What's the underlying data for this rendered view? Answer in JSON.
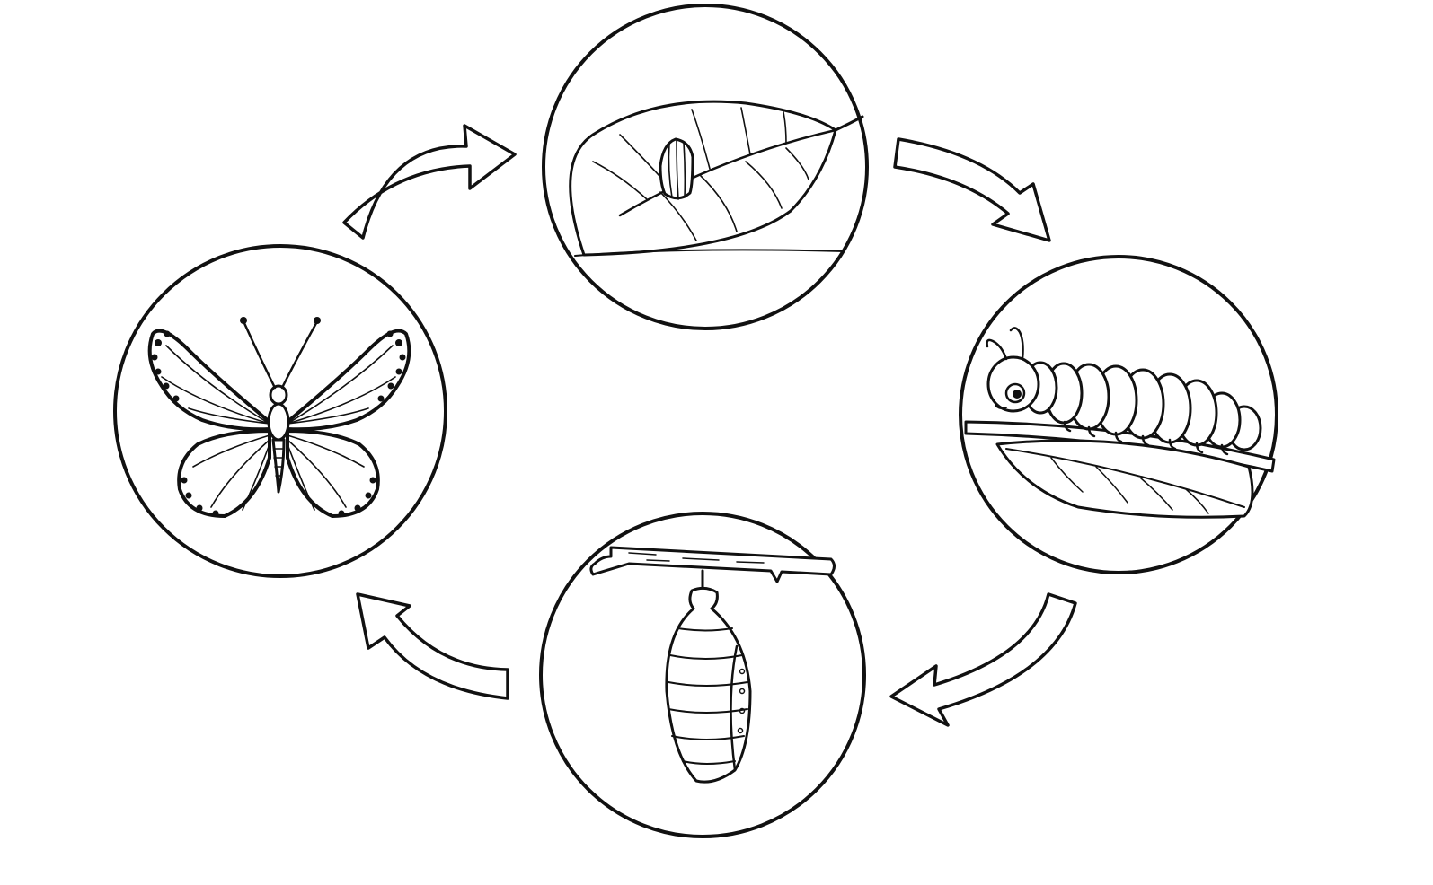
{
  "diagram": {
    "type": "life-cycle",
    "stages": [
      {
        "id": "egg",
        "icon": "egg-on-leaf-icon"
      },
      {
        "id": "caterpillar",
        "icon": "caterpillar-on-leaf-icon"
      },
      {
        "id": "chrysalis",
        "icon": "chrysalis-on-branch-icon"
      },
      {
        "id": "butterfly",
        "icon": "butterfly-icon"
      }
    ],
    "flow": [
      {
        "from": "egg",
        "to": "caterpillar"
      },
      {
        "from": "caterpillar",
        "to": "chrysalis"
      },
      {
        "from": "chrysalis",
        "to": "butterfly"
      },
      {
        "from": "butterfly",
        "to": "egg"
      }
    ],
    "colors": {
      "line": "#111111",
      "background": "#ffffff"
    }
  }
}
